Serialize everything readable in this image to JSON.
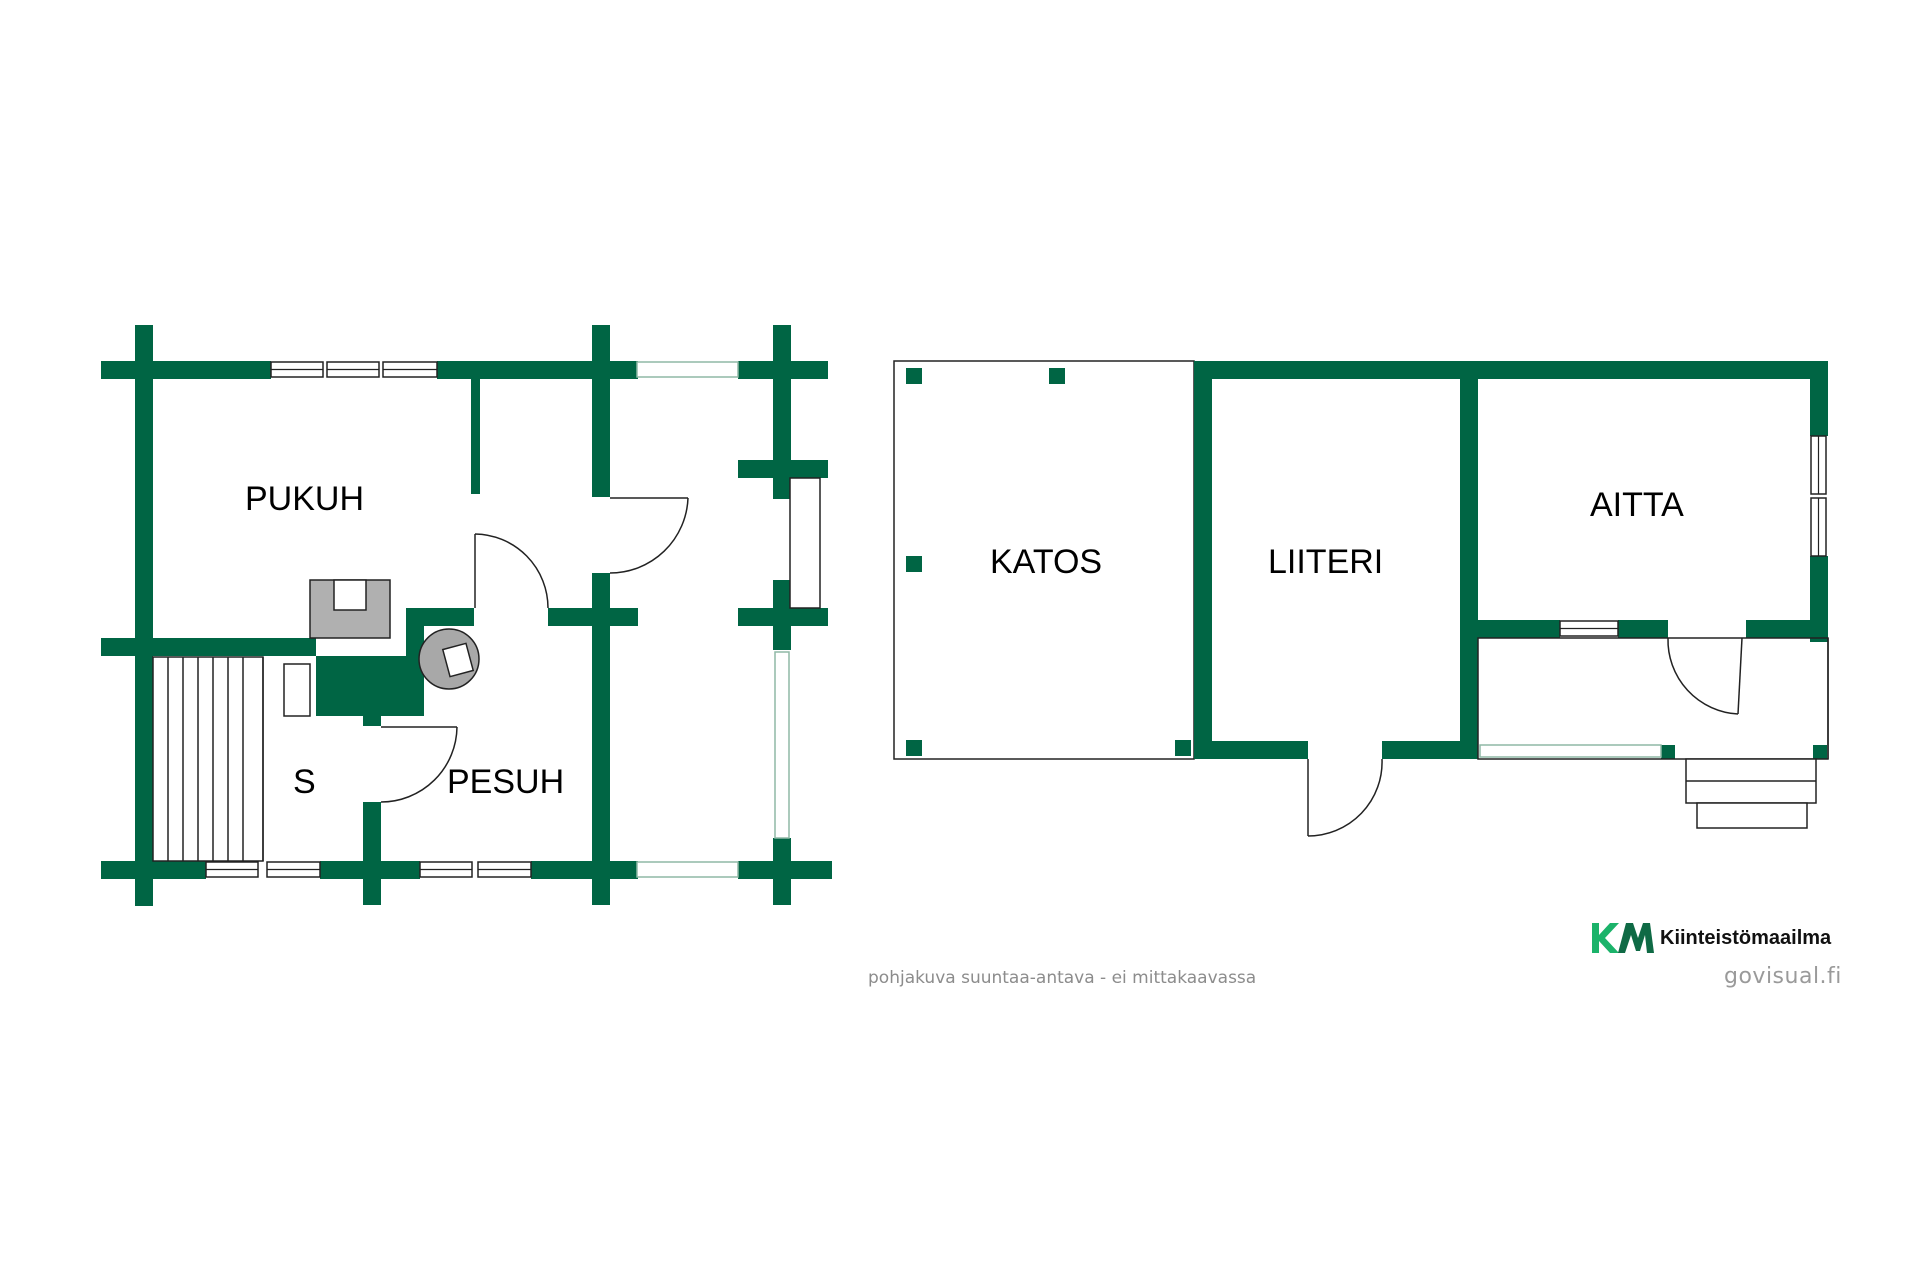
{
  "rooms": {
    "pukuh": "PUKUH",
    "s": "S",
    "pesuh": "PESUH",
    "katos": "KATOS",
    "liiteri": "LIITERI",
    "aitta": "AITTA"
  },
  "footer": {
    "disclaimer": "pohjakuva suuntaa-antava - ei mittakaavassa",
    "credit": "govisual.fi"
  },
  "logo": {
    "mark": "KM",
    "name": "Kiinteistömaailma"
  },
  "colors": {
    "wall": "#006544",
    "logo_green": "#1bb36a",
    "logo_dark": "#0f6a45"
  }
}
